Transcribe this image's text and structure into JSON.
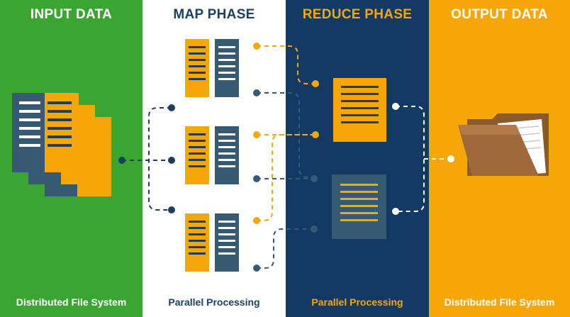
{
  "panels": {
    "input": {
      "title": "INPUT DATA",
      "footer": "Distributed File System"
    },
    "map": {
      "title": "MAP PHASE",
      "footer": "Parallel Processing"
    },
    "reduce": {
      "title": "REDUCE PHASE",
      "footer": "Parallel Processing"
    },
    "output": {
      "title": "OUTPUT DATA",
      "footer": "Distributed File System"
    }
  },
  "colors": {
    "green": "#3ba533",
    "navy": "#133a64",
    "orange": "#f5a70a",
    "slate": "#365a72",
    "folder": "#a0693a"
  },
  "icons": [
    "document-stack-icon",
    "map-task-icon",
    "reduce-task-icon",
    "folder-icon"
  ]
}
